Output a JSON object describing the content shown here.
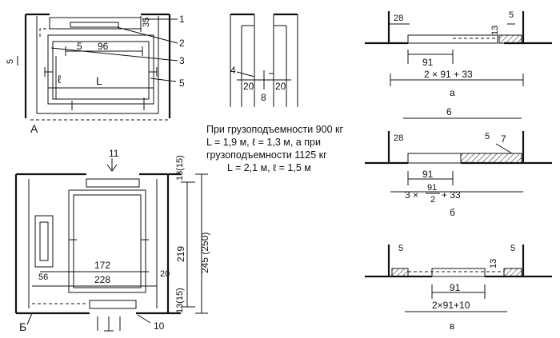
{
  "labels": {
    "fig_a": "А",
    "fig_b": "Б",
    "sub_a": "а",
    "sub_b": "б",
    "sub_v": "в",
    "L": "L",
    "l": "ℓ",
    "num_1": "1",
    "num_2": "2",
    "num_3": "3",
    "num_4": "4",
    "num_5": "5",
    "num_6": "6",
    "num_7": "7",
    "num_8": "8",
    "num_10": "10",
    "num_11": "11"
  },
  "dims": {
    "a_5": "5",
    "a_96": "96",
    "a_35": "35",
    "a_5_left": "5",
    "side_20_l": "20",
    "side_20_r": "20",
    "side_8": "8",
    "sa_28": "28",
    "sa_13": "13",
    "sa_5": "5",
    "sa_91": "91",
    "sa_formula": "2 × 91 + 33",
    "sb_28": "28",
    "sb_5": "5",
    "sb_91": "91",
    "sb_formula_pre": "3 ×",
    "sb_formula_num": "91",
    "sb_formula_den": "2",
    "sb_formula_post": "+ 33",
    "sv_5_l": "5",
    "sv_5_r": "5",
    "sv_13": "13",
    "sv_91": "91",
    "sv_formula": "2×91+10",
    "b_172": "172",
    "b_228": "228",
    "b_56": "56",
    "b_20": "20",
    "b_219": "219",
    "b_245": "245 (250)",
    "b_13_top": "13(15)",
    "b_13_bot": "13(15)"
  },
  "note": {
    "line1": "При грузоподъемности  900 кг",
    "line2": "L = 1,9 м,  ℓ = 1,3 м,  а при",
    "line3": "грузоподъемности  1125 кг",
    "line4": "L = 2,1 м,  ℓ = 1,5 м"
  }
}
